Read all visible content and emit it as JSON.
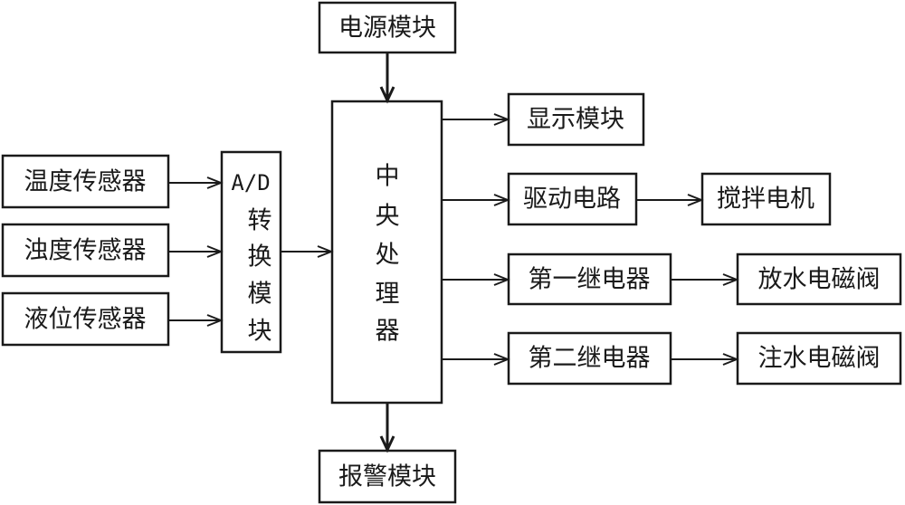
{
  "diagram": {
    "type": "block-diagram",
    "nodes": {
      "power": "电源模块",
      "temp_sensor": "温度传感器",
      "turbidity_sensor": "浊度传感器",
      "level_sensor": "液位传感器",
      "ad_converter": [
        "A/D",
        "转",
        "换",
        "模",
        "块"
      ],
      "cpu": [
        "中",
        "央",
        "处",
        "理",
        "器"
      ],
      "display": "显示模块",
      "driver": "驱动电路",
      "motor": "搅拌电机",
      "relay1": "第一继电器",
      "drain_valve": "放水电磁阀",
      "relay2": "第二继电器",
      "fill_valve": "注水电磁阀",
      "alarm": "报警模块"
    },
    "edges": [
      [
        "power",
        "cpu"
      ],
      [
        "temp_sensor",
        "ad_converter"
      ],
      [
        "turbidity_sensor",
        "ad_converter"
      ],
      [
        "level_sensor",
        "ad_converter"
      ],
      [
        "ad_converter",
        "cpu"
      ],
      [
        "cpu",
        "display"
      ],
      [
        "cpu",
        "driver"
      ],
      [
        "driver",
        "motor"
      ],
      [
        "cpu",
        "relay1"
      ],
      [
        "relay1",
        "drain_valve"
      ],
      [
        "cpu",
        "relay2"
      ],
      [
        "relay2",
        "fill_valve"
      ],
      [
        "cpu",
        "alarm"
      ]
    ]
  }
}
